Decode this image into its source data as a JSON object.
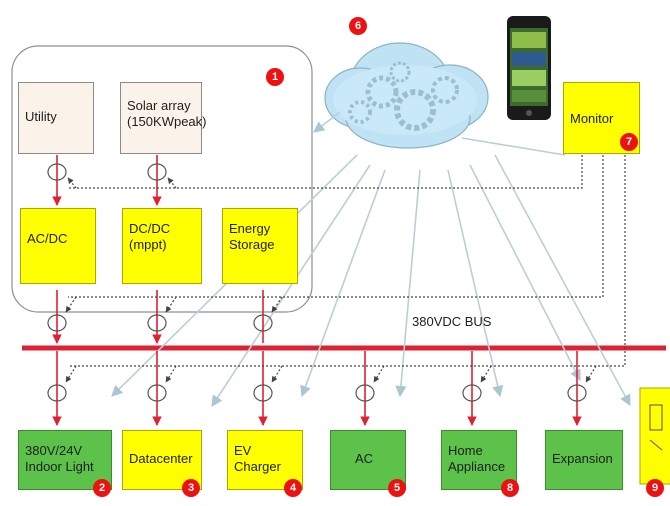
{
  "nodes": {
    "utility": {
      "label": "Utility"
    },
    "solar": {
      "label": "Solar array\n(150KWpeak)"
    },
    "acdc": {
      "label": "AC/DC"
    },
    "dcdc": {
      "label": "DC/DC\n(mppt)"
    },
    "storage": {
      "label": "Energy\nStorage"
    },
    "monitor": {
      "label": "Monitor"
    },
    "light": {
      "label": "380V/24V\nIndoor Light"
    },
    "datacenter": {
      "label": "Datacenter"
    },
    "ev": {
      "label": "EV\nCharger"
    },
    "ac": {
      "label": "AC"
    },
    "home": {
      "label": "Home\nAppliance"
    },
    "expansion": {
      "label": "Expansion"
    }
  },
  "badges": {
    "b1": "1",
    "b2": "2",
    "b3": "3",
    "b4": "4",
    "b5": "5",
    "b6": "6",
    "b7": "7",
    "b8": "8",
    "b9": "9"
  },
  "bus": {
    "label": "380VDC  BUS"
  },
  "colors": {
    "bus": "#dd2233",
    "arrow": "#dd2233",
    "link": "#b9cfd8",
    "dotted": "#444444",
    "badge": "#ee1111",
    "yellow": "#ffff00",
    "green": "#5cc24a",
    "cream": "#fbf3ea"
  },
  "icons": {
    "cloud": "cloud-gears-icon",
    "phone": "smartphone-icon"
  }
}
